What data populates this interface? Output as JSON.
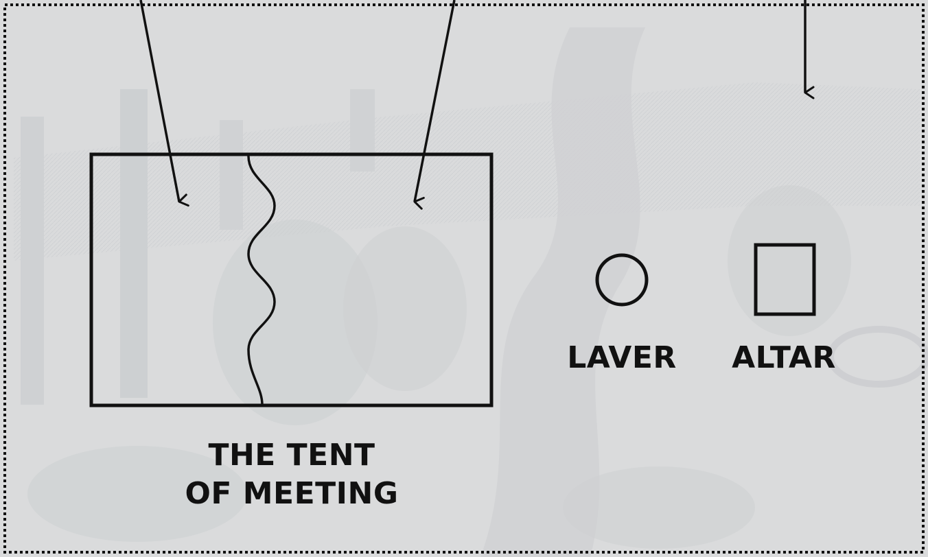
{
  "labels": {
    "tent_line1": "THE TENT",
    "tent_line2": "OF MEETING",
    "laver": "LAVER",
    "altar": "ALTAR"
  },
  "colors": {
    "background": "#d9dadb",
    "engraving": "#c6c8ca",
    "ink": "#111111"
  }
}
